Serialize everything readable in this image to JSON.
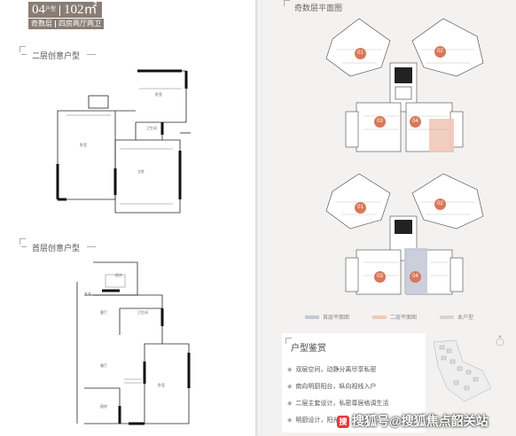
{
  "left_page": {
    "unit_code": "04",
    "unit_suffix": "户型",
    "unit_area": "102㎡",
    "floor_type": "奇数层",
    "layout_desc": "四房两厅两卫",
    "second_floor_title": "二层创意户型",
    "first_floor_title": "首层创意户型",
    "second_floor_rooms": {
      "bedroom_a": "卧室",
      "bedroom_b": "卧室",
      "bath": "卫生间",
      "master": "主卧"
    },
    "first_floor_rooms": {
      "balcony": "阳台",
      "living": "客厅",
      "bath": "卫生间",
      "dining": "餐厅",
      "bedroom": "卧室",
      "entry": "玄关",
      "kitchen": "厨房"
    }
  },
  "right_page": {
    "plan_title": "奇数层平面图",
    "units": [
      "01",
      "02",
      "03",
      "04"
    ],
    "legend": [
      {
        "label": "首层平面图",
        "color": "#c5cad8"
      },
      {
        "label": "二层平面图",
        "color": "#f0c9b8"
      },
      {
        "label": "本户型",
        "color": "#d7d4d0"
      }
    ],
    "appraisal_title": "户型鉴赏",
    "features": [
      "双层空间，动静分离尽享私密",
      "南向明厨阳台，纵向视线入户",
      "二层主套设计，私密尊居格调生活",
      "明厨设计，阳光照"
    ],
    "watermark": "搜狐号@搜狐焦点韶关站",
    "compass": "N"
  },
  "colors": {
    "accent": "#8a7d73",
    "badge": "#d9775a",
    "highlight_peach": "#f0c9b8",
    "highlight_blue": "#c5cad8"
  }
}
